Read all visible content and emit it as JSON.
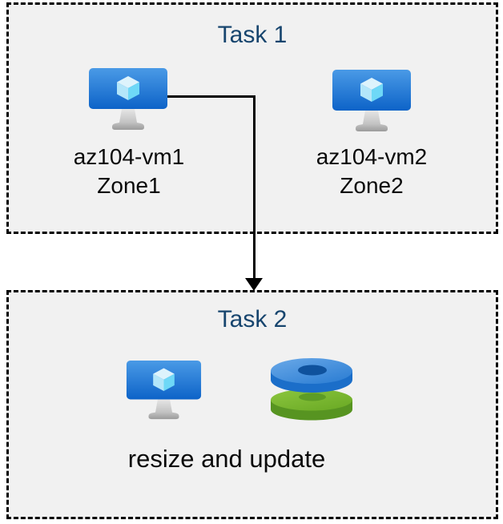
{
  "task1": {
    "title": "Task 1",
    "vms": [
      {
        "name": "az104-vm1",
        "zone": "Zone1",
        "icon": "vm-icon"
      },
      {
        "name": "az104-vm2",
        "zone": "Zone2",
        "icon": "vm-icon"
      }
    ]
  },
  "task2": {
    "title": "Task 2",
    "caption": "resize and update",
    "icons": [
      "vm-icon",
      "disks-icon"
    ]
  },
  "arrow": {
    "connects": "az104-vm1 to Task 2"
  },
  "colors": {
    "title_text": "#17456e",
    "label_text": "#0a0a0a",
    "box_background": "#f1f1f1",
    "box_border": "#000000",
    "arrow": "#000000",
    "vm_screen_gradient_top": "#4a9ae6",
    "vm_screen_gradient_bottom": "#0d63c8",
    "cube_top_face": "#ddf3fc",
    "cube_left_face": "#b3e6fa",
    "cube_right_face": "#6ed8f7",
    "stand_gray": "#c2c2c2",
    "disk_blue_top": "#3f8cdb",
    "disk_blue_side": "#1b6ec9",
    "disk_blue_hole": "#0f529d",
    "disk_green_top": "#79b832",
    "disk_green_side": "#579421",
    "disk_green_hole": "#5d9c25"
  }
}
